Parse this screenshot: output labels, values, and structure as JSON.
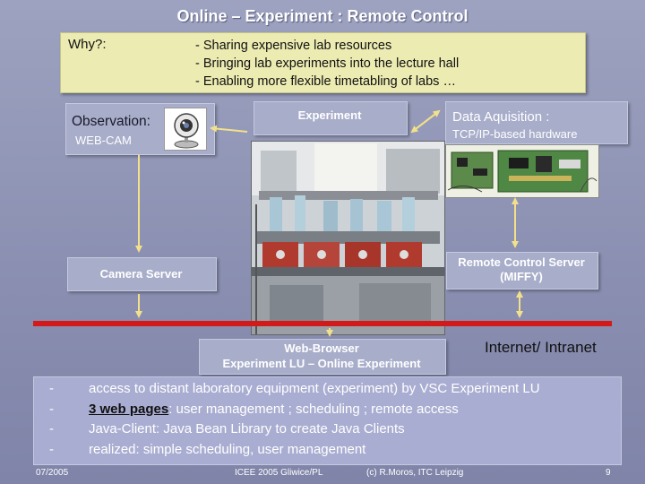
{
  "title": "Online – Experiment : Remote Control",
  "why": {
    "label": "Why?:",
    "lines": [
      "- Sharing expensive lab resources",
      "- Bringing lab experiments into the lecture hall",
      "- Enabling more flexible timetabling of labs …"
    ]
  },
  "observation": {
    "label": "Observation:",
    "sub": "WEB-CAM"
  },
  "experiment": {
    "label": "Experiment"
  },
  "daq": {
    "label": "Data Aquisition :",
    "sub": "TCP/IP-based hardware"
  },
  "camera_server": {
    "label": "Camera Server"
  },
  "remote_control_server": {
    "line1": "Remote Control Server",
    "line2": "(MIFFY)"
  },
  "web_browser": {
    "line1": "Web-Browser",
    "line2": "Experiment LU – Online Experiment"
  },
  "network": {
    "label": "Internet/ Intranet"
  },
  "bullets": [
    {
      "dash": "-",
      "prefix": "",
      "emph": "",
      "text": "access to distant laboratory equipment (experiment) by VSC Experiment LU"
    },
    {
      "dash": "-",
      "prefix": "",
      "emph": "3 web pages",
      "text": ":  user management ; scheduling ; remote access"
    },
    {
      "dash": "-",
      "prefix": "Java-Client:  Java Bean Library to create Java Clients",
      "emph": "",
      "text": ""
    },
    {
      "dash": "-",
      "prefix": "realized: simple scheduling, user management",
      "emph": "",
      "text": ""
    }
  ],
  "footer": {
    "date": "07/2005",
    "conference": "ICEE 2005 Gliwice/PL",
    "author": "(c) R.Moros, ITC Leipzig",
    "page": "9"
  },
  "colors": {
    "accent_line": "#d31a1a",
    "arrow": "#f2e08a",
    "box": "#a8adca",
    "why_box": "#ecebb2"
  }
}
